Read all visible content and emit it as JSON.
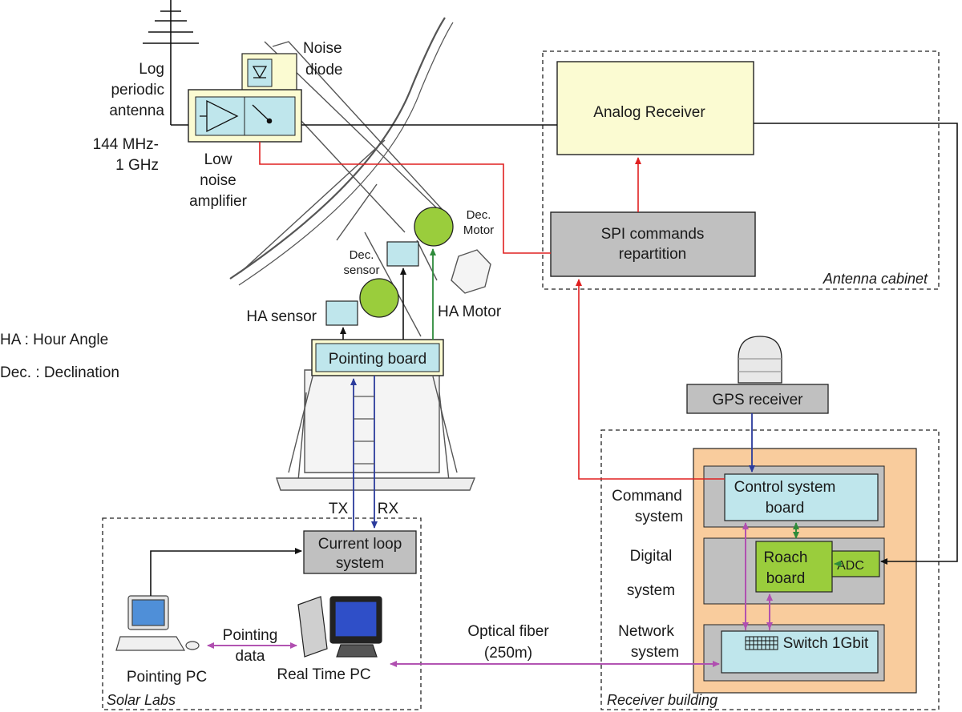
{
  "labels": {
    "antenna_line1": "Log",
    "antenna_line2": "periodic",
    "antenna_line3": "antenna",
    "freq_line1": "144 MHz-",
    "freq_line2": "1 GHz",
    "noise_line1": "Noise",
    "noise_line2": "diode",
    "lna_line1": "Low",
    "lna_line2": "noise",
    "lna_line3": "amplifier",
    "dec_motor_line1": "Dec.",
    "dec_motor_line2": "Motor",
    "dec_sensor_line1": "Dec.",
    "dec_sensor_line2": "sensor",
    "ha_sensor": "HA sensor",
    "ha_motor": "HA  Motor",
    "legend_ha": "HA : Hour Angle",
    "legend_dec": "Dec. : Declination",
    "tx": "TX",
    "rx": "RX",
    "pointing_data_line1": "Pointing",
    "pointing_data_line2": "data",
    "pointing_pc": "Pointing PC",
    "real_time_pc": "Real Time PC",
    "optical_line1": "Optical fiber",
    "optical_line2": "(250m)",
    "command_line1": "Command",
    "command_line2": "system",
    "digital_line1": "Digital",
    "digital_line2": "system",
    "network_line1": "Network",
    "network_line2": "system"
  },
  "boxes": {
    "analog_receiver": "Analog Receiver",
    "spi_line1": "SPI commands",
    "spi_line2": "repartition",
    "pointing_board": "Pointing board",
    "gps_receiver": "GPS receiver",
    "control_line1": "Control system",
    "control_line2": "board",
    "roach_line1": "Roach",
    "roach_line2": "board",
    "adc": "ADC",
    "switch": "Switch 1Gbit",
    "current_line1": "Current loop",
    "current_line2": "system"
  },
  "regions": {
    "antenna_cabinet": "Antenna cabinet",
    "receiver_building": "Receiver building",
    "solar_labs": "Solar Labs"
  },
  "colors": {
    "red": "#e02020",
    "blue": "#2b3b9c",
    "green": "#2e8b3a",
    "purple": "#b04fb0",
    "yellow_fill": "#fbfbd2",
    "cyan_fill": "#bfe6ec",
    "green_fill": "#9acd3c",
    "grey_fill": "#c0c0c0",
    "orange_fill": "#f9cc9d"
  },
  "icons": [
    "amplifier-icon",
    "switch-icon",
    "diode-icon",
    "motor-icon",
    "gps-dome-icon",
    "computer-icon",
    "monitor-icon",
    "dish-icon"
  ]
}
